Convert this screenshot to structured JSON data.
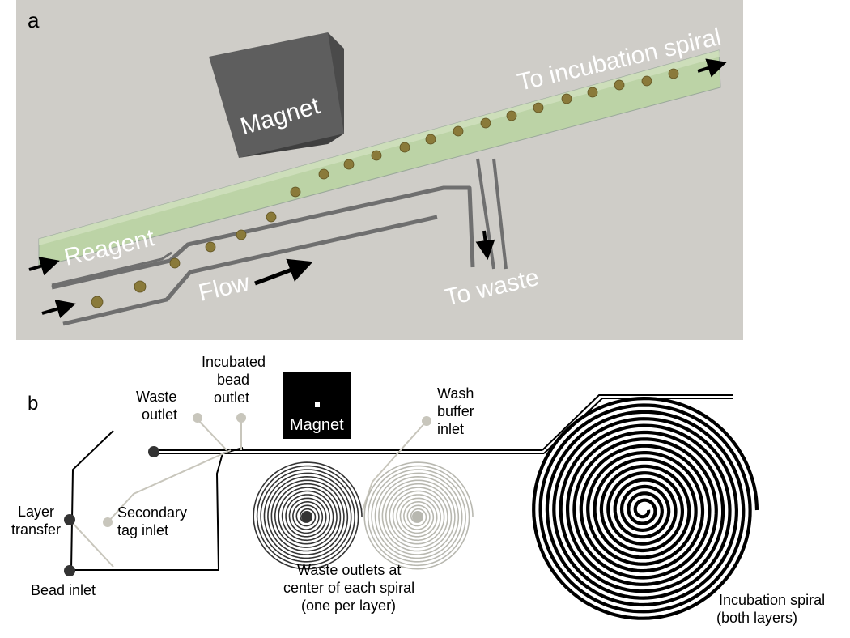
{
  "panel_a": {
    "letter": "a",
    "magnet": "Magnet",
    "reagent": "Reagent",
    "flow": "Flow",
    "to_waste": "To waste",
    "to_incubation": "To incubation spiral"
  },
  "panel_b": {
    "letter": "b",
    "magnet": "Magnet",
    "incubated_bead_outlet": [
      "Incubated",
      "bead",
      "outlet"
    ],
    "waste_outlet": [
      "Waste",
      "outlet"
    ],
    "wash_buffer_inlet": [
      "Wash",
      "buffer",
      "inlet"
    ],
    "layer_transfer": [
      "Layer",
      "transfer"
    ],
    "secondary_tag_inlet": [
      "Secondary",
      "tag inlet"
    ],
    "bead_inlet": "Bead inlet",
    "waste_outlets_note": [
      "Waste outlets at",
      "center of each spiral",
      "(one per layer)"
    ],
    "incubation_spiral": [
      "Incubation spiral",
      "(both layers)"
    ]
  },
  "colors": {
    "panel_a_bg": "#cfcdc8",
    "channel_fill": "#bcd3a6",
    "bead": "#8a7a3a",
    "magnet_block": "#5e5e5e",
    "spiral_dark": "#333333",
    "spiral_light": "#b8b8b0",
    "spiral_black": "#000000"
  }
}
